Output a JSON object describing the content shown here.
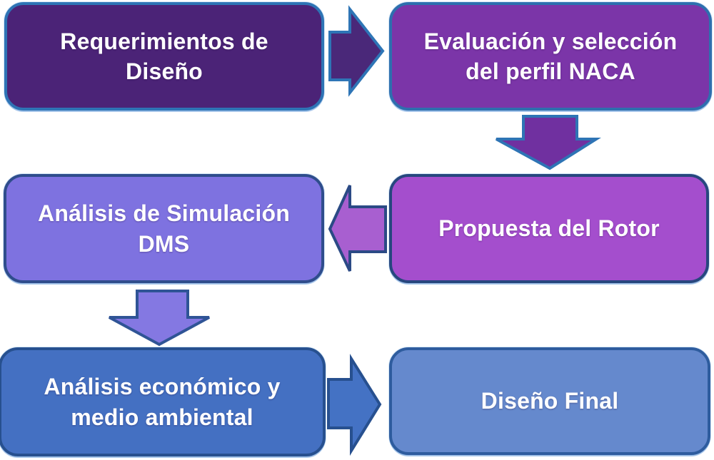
{
  "diagram": {
    "type": "flowchart",
    "language": "es",
    "background": "#ffffff",
    "nodes": [
      {
        "id": "requerimientos-diseno",
        "label": "Requerimientos de\nDiseño",
        "fill": "#4b2377",
        "border": "#2e74b5",
        "text_color": "#ffffff"
      },
      {
        "id": "evaluacion-seleccion-naca",
        "label": "Evaluación y selección\ndel perfil NACA",
        "fill": "#7b35a8",
        "border": "#2e6fae",
        "text_color": "#ffffff"
      },
      {
        "id": "propuesta-rotor",
        "label": "Propuesta del Rotor",
        "fill": "#a44ecd",
        "border": "#27477e",
        "text_color": "#ffffff"
      },
      {
        "id": "analisis-simulacion-dms",
        "label": "Análisis de Simulación\nDMS",
        "fill": "#7e72e0",
        "border": "#2f4d8c",
        "text_color": "#ffffff"
      },
      {
        "id": "analisis-economico-ambiental",
        "label": "Análisis económico y\nmedio ambiental",
        "fill": "#4470c2",
        "border": "#27508f",
        "text_color": "#ffffff"
      },
      {
        "id": "diseno-final",
        "label": "Diseño Final",
        "fill": "#6589cd",
        "border": "#2e5c9e",
        "text_color": "#ffffff"
      }
    ],
    "arrows": [
      {
        "id": "arrow-1",
        "direction": "right",
        "from": "requerimientos-diseno",
        "to": "evaluacion-seleccion-naca",
        "fill": "#4a2879",
        "stroke": "#2e75b6"
      },
      {
        "id": "arrow-2",
        "direction": "down",
        "from": "evaluacion-seleccion-naca",
        "to": "propuesta-rotor",
        "fill": "#7030a0",
        "stroke": "#2e74b5"
      },
      {
        "id": "arrow-3",
        "direction": "left",
        "from": "propuesta-rotor",
        "to": "analisis-simulacion-dms",
        "fill": "#a85fd0",
        "stroke": "#2b4a85"
      },
      {
        "id": "arrow-4",
        "direction": "down",
        "from": "analisis-simulacion-dms",
        "to": "analisis-economico-ambiental",
        "fill": "#8478e2",
        "stroke": "#2f5496"
      },
      {
        "id": "arrow-5",
        "direction": "right",
        "from": "analisis-economico-ambiental",
        "to": "diseno-final",
        "fill": "#4472c4",
        "stroke": "#27508f"
      }
    ]
  }
}
